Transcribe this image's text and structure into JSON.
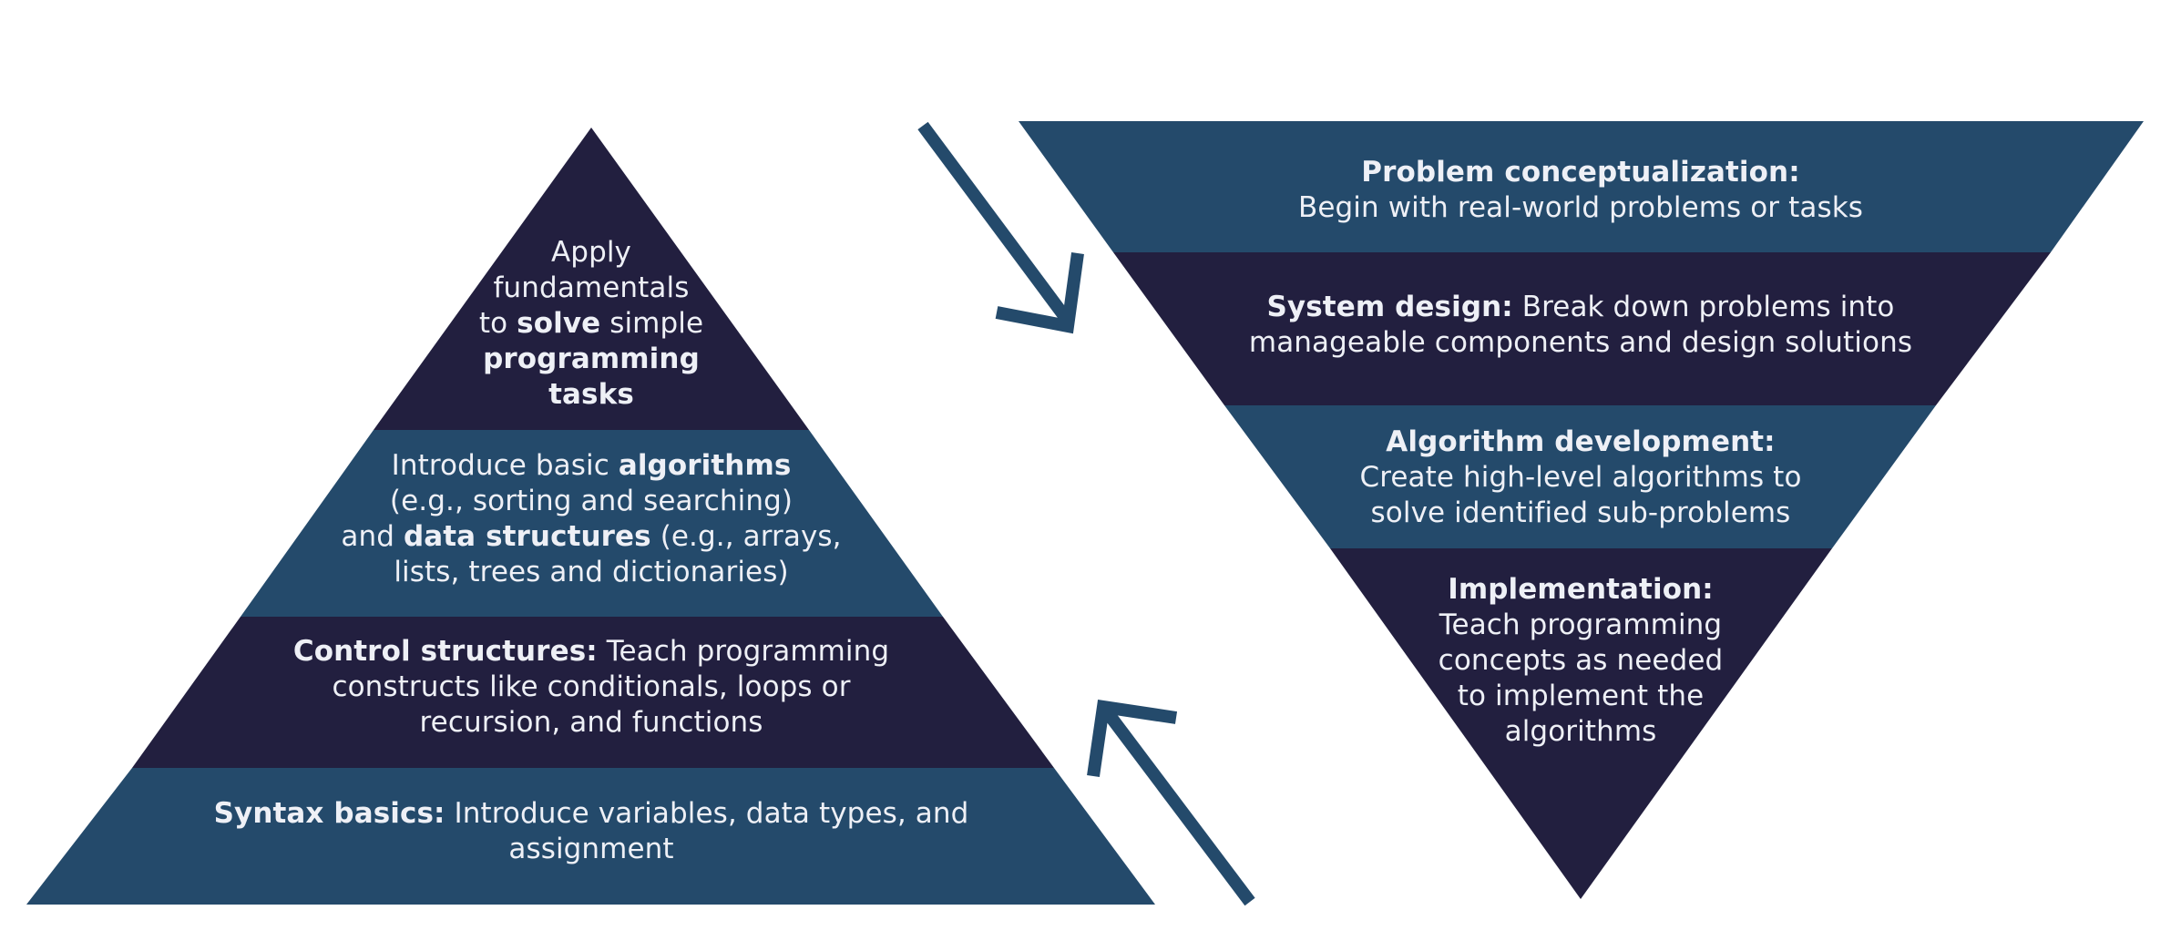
{
  "colors": {
    "dark_navy": "#221f3f",
    "slate_blue": "#244a6b",
    "text": "#eef0f6",
    "arrow": "#244a6b"
  },
  "pyramid": {
    "tier_top": {
      "l1": "Apply",
      "l2": "fundamentals",
      "l3_pre": "to ",
      "l3_bold": "solve",
      "l3_post": " simple",
      "l4_bold": "programming",
      "l5_bold": "tasks"
    },
    "tier_algorithms": {
      "l1_pre": "Introduce basic ",
      "l1_bold": "algorithms",
      "l2": "(e.g., sorting and searching)",
      "l3_pre": "and ",
      "l3_bold": "data structures",
      "l3_post": " (e.g., arrays,",
      "l4": "lists, trees and dictionaries)"
    },
    "tier_control": {
      "bold": "Control structures:",
      "l1_post": " Teach programming",
      "l2": "constructs like conditionals, loops or",
      "l3": "recursion, and functions"
    },
    "tier_syntax": {
      "bold": "Syntax basics:",
      "l1_post": " Introduce variables, data types, and",
      "l2": "assignment"
    }
  },
  "funnel": {
    "tier_problem": {
      "bold": "Problem conceptualization:",
      "l2": "Begin with real-world problems or tasks"
    },
    "tier_design": {
      "bold": "System design:",
      "l1_post": " Break down problems into",
      "l2": "manageable components and design solutions"
    },
    "tier_algorithm": {
      "bold": "Algorithm development:",
      "l2": "Create high-level algorithms to",
      "l3": "solve identified sub-problems"
    },
    "tier_implementation": {
      "bold": "Implementation:",
      "l2": "Teach programming",
      "l3": "concepts as needed",
      "l4": "to implement the",
      "l5": "algorithms"
    }
  }
}
